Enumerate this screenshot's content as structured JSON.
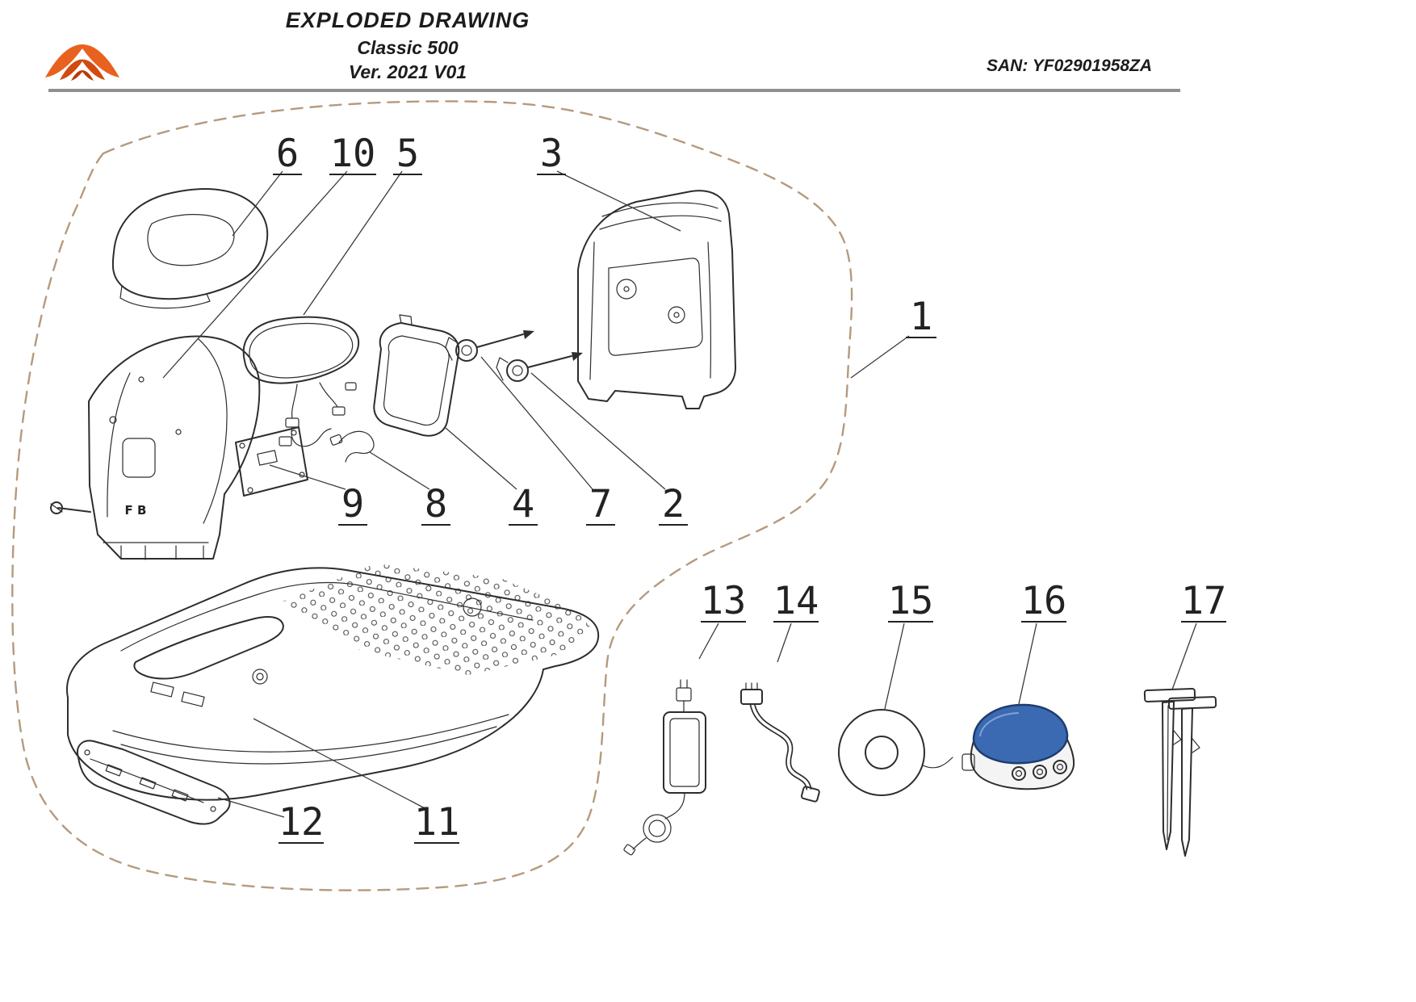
{
  "header": {
    "title": "EXPLODED DRAWING",
    "model": "Classic 500",
    "version": "Ver. 2021 V01",
    "san": "SAN: YF02901958ZA"
  },
  "diagram": {
    "body_marking": "F B",
    "colors": {
      "logo_orange": "#e8611f",
      "accent_blue": "#3b6ab2",
      "boundary_tan": "#b59a7e",
      "line_dark": "#2d2d2d"
    },
    "callouts": [
      {
        "number": "1"
      },
      {
        "number": "2"
      },
      {
        "number": "3"
      },
      {
        "number": "4"
      },
      {
        "number": "5"
      },
      {
        "number": "6"
      },
      {
        "number": "7"
      },
      {
        "number": "8"
      },
      {
        "number": "9"
      },
      {
        "number": "10"
      },
      {
        "number": "11"
      },
      {
        "number": "12"
      },
      {
        "number": "13"
      },
      {
        "number": "14"
      },
      {
        "number": "15"
      },
      {
        "number": "16"
      },
      {
        "number": "17"
      }
    ]
  }
}
